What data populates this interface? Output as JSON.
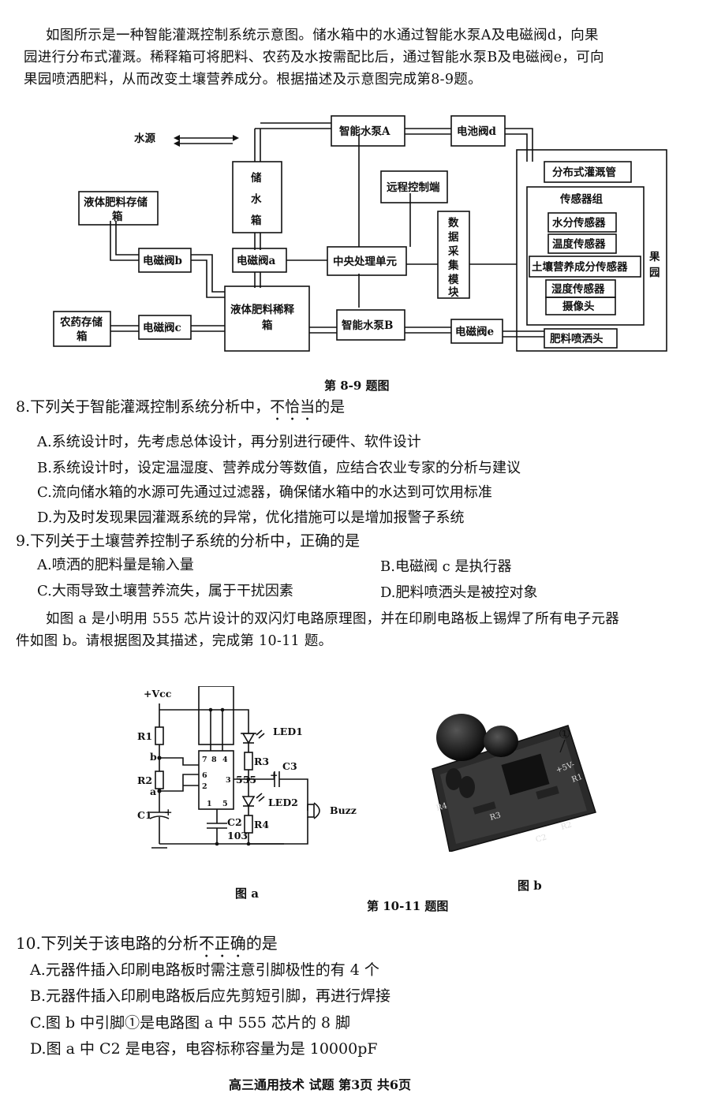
{
  "intro1": {
    "line1": "如图所示是一种智能灌溉控制系统示意图。储水箱中的水通过智能水泵A及电磁阀d，向果",
    "line2": "园进行分布式灌溉。稀释箱可将肥料、农药及水按需配比后，通过智能水泵B及电磁阀e，可向",
    "line3": "果园喷洒肥料，从而改变土壤营养成分。根据描述及示意图完成第8-9题。"
  },
  "diagram1": {
    "water_source": "水源",
    "storage_tank": [
      "储",
      "水",
      "箱"
    ],
    "pump_a": "智能水泵A",
    "valve_d": "电池阀d",
    "remote": "远程控制端",
    "liquid_fert_tank": [
      "液体肥料存储",
      "箱"
    ],
    "valve_b": "电磁阀b",
    "valve_a": "电磁阀a",
    "cpu": "中央处理单元",
    "data_module": [
      "数",
      "据",
      "采",
      "集",
      "模",
      "块"
    ],
    "pesticide_tank": [
      "农药存储",
      "箱"
    ],
    "valve_c": "电磁阀c",
    "dilution_tank": [
      "液体肥料稀释",
      "箱"
    ],
    "pump_b": "智能水泵B",
    "valve_e": "电磁阀e",
    "orchard": [
      "果",
      "园"
    ],
    "irrigation_pipe": "分布式灌溉管",
    "sensor_group": "传感器组",
    "sensors": [
      "水分传感器",
      "温度传感器",
      "土壤营养成分传感器",
      "湿度传感器",
      "摄像头"
    ],
    "sprayer": "肥料喷洒头",
    "caption": "第 8-9 题图"
  },
  "q8": {
    "stem_before": "8.下列关于智能灌溉控制系统分析中，",
    "stem_emph": "不恰当",
    "stem_after": "的是",
    "A": "A.系统设计时，先考虑总体设计，再分别进行硬件、软件设计",
    "B": "B.系统设计时，设定温湿度、营养成分等数值，应结合农业专家的分析与建议",
    "C": "C.流向储水箱的水源可先通过过滤器，确保储水箱中的水达到可饮用标准",
    "D": "D.为及时发现果园灌溉系统的异常，优化措施可以是增加报警子系统"
  },
  "q9": {
    "stem": "9.下列关于土壤营养控制子系统的分析中，正确的是",
    "A": "A.喷洒的肥料量是输入量",
    "B": "B.电磁阀 c 是执行器",
    "C": "C.大雨导致土壤营养流失，属于干扰因素",
    "D": "D.肥料喷洒头是被控对象"
  },
  "intro2": {
    "line1": "如图 a 是小明用 555 芯片设计的双闪灯电路原理图，并在印刷电路板上锡焊了所有电子元器",
    "line2": "件如图 b。请根据图及其描述，完成第 10-11 题。"
  },
  "circuit": {
    "vcc": "+Vcc",
    "r1": "R1",
    "r2": "R2",
    "r3": "R3",
    "r4": "R4",
    "node_b": "b",
    "node_a": "a",
    "c1": "C1",
    "c2": "C2",
    "c2_value": "103",
    "c3": "C3",
    "plus": "+",
    "chip": "555",
    "pin7": "7",
    "pin8": "8",
    "pin4": "4",
    "pin6": "6",
    "pin3": "3",
    "pin2": "2",
    "pin1": "1",
    "pin5": "5",
    "led1": "LED1",
    "led2": "LED2",
    "buzz": "Buzz",
    "caption": "图 a"
  },
  "photo": {
    "marker": "①",
    "board_text": "+5V-",
    "silk_r1": "R1",
    "silk_r2": "R2",
    "silk_r3": "R3",
    "silk_r4": "R4",
    "silk_c2": "C2",
    "caption": "图 b"
  },
  "fig_caption": "第 10-11 题图",
  "q10": {
    "stem_before": "10.下列关于该电路的分析",
    "stem_emph": "不正确",
    "stem_after": "的是",
    "A": "A.元器件插入印刷电路板时需注意引脚极性的有 4 个",
    "B": "B.元器件插入印刷电路板后应先剪短引脚，再进行焊接",
    "C": "C.图 b 中引脚①是电路图 a 中 555 芯片的 8 脚",
    "D": "D.图 a 中 C2 是电容，电容标称容量为是 10000pF"
  },
  "footer": "高三通用技术 试题 第3页 共6页"
}
